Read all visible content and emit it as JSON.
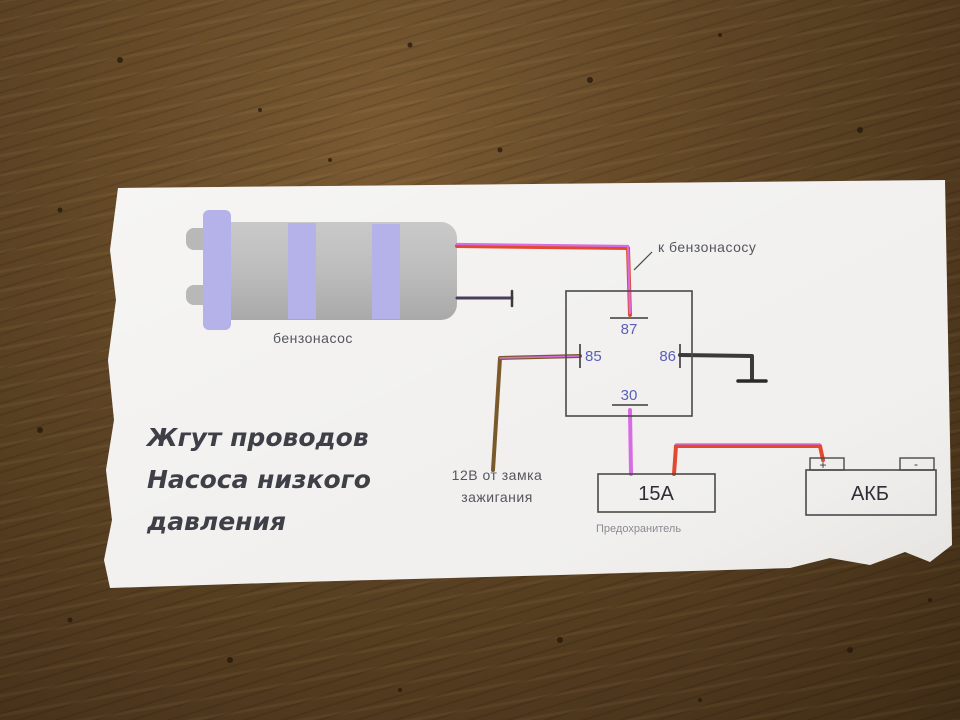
{
  "diagram": {
    "title_lines": [
      "Жгут проводов",
      "Насоса низкого",
      "давления"
    ],
    "pump_label": "бензонасос",
    "to_pump_label": "к бензонасосу",
    "ignition_label_lines": [
      "12В от замка",
      "зажигания"
    ],
    "fuse_value": "15А",
    "fuse_caption": "Предохранитель",
    "battery_label": "АКБ",
    "battery_plus": "+",
    "battery_minus": "-",
    "relay_pins": {
      "p87": "87",
      "p85": "85",
      "p86": "86",
      "p30": "30"
    }
  },
  "colors": {
    "wire_power": "#d66be3",
    "wire_red": "#e04a2e",
    "wire_signal": "#7a5a2a",
    "wire_ground": "#3a3a3a",
    "pump_body": "#bdbdbd",
    "pump_band": "#b4b2e8",
    "relay_box": "#4a4a4a",
    "paper": "#f1f0ee"
  }
}
